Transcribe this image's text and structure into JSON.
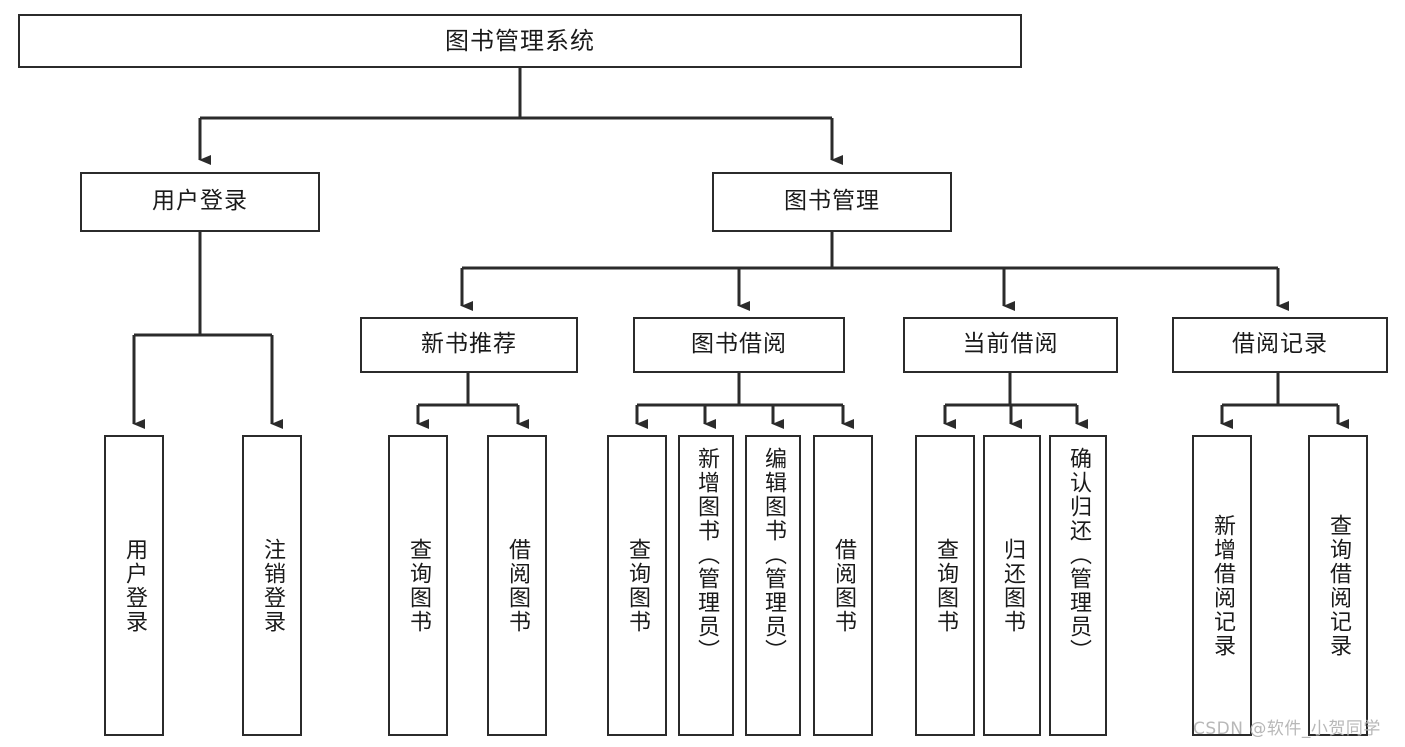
{
  "diagram": {
    "type": "tree",
    "title": "图书管理系统",
    "orientation": "top-down",
    "edge_color": "#2b2b2b",
    "node_fill": "#ffffff",
    "node_border": "#2b2b2b"
  },
  "root": {
    "label": "图书管理系统"
  },
  "level2": [
    {
      "label": "用户登录"
    },
    {
      "label": "图书管理"
    }
  ],
  "level3": [
    {
      "label": "新书推荐"
    },
    {
      "label": "图书借阅"
    },
    {
      "label": "当前借阅"
    },
    {
      "label": "借阅记录"
    }
  ],
  "leaves": {
    "user_login": [
      {
        "label": "用户登录"
      },
      {
        "label": "注销登录"
      }
    ],
    "new_book": [
      {
        "label": "查询图书"
      },
      {
        "label": "借阅图书"
      }
    ],
    "book_borrow": [
      {
        "label": "查询图书"
      },
      {
        "label": "新增图书（管理员）"
      },
      {
        "label": "编辑图书（管理员）"
      },
      {
        "label": "借阅图书"
      }
    ],
    "current_borrow": [
      {
        "label": "查询图书"
      },
      {
        "label": "归还图书"
      },
      {
        "label": "确认归还（管理员）"
      }
    ],
    "borrow_record": [
      {
        "label": "新增借阅记录"
      },
      {
        "label": "查询借阅记录"
      }
    ]
  },
  "watermark": {
    "text": "CSDN @软件_小贺同学",
    "color": "#b8b8b8"
  }
}
